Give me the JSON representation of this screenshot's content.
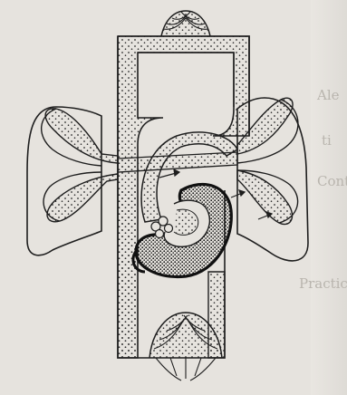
{
  "figure": {
    "paper_color": "#e6e3de",
    "ink_color": "#1e1e1e",
    "stipple_color": "#2a2a2a",
    "dense_stipple_color": "#111111",
    "parts": [
      "upper-capillary-bed",
      "lower-capillary-bed",
      "left-lung-outline",
      "right-lung-outline",
      "left-lung-loop",
      "right-lung-loop",
      "heart",
      "great-vessels"
    ]
  },
  "margin_text": [
    "Ale",
    "ti",
    "Contr",
    "Practice S"
  ]
}
